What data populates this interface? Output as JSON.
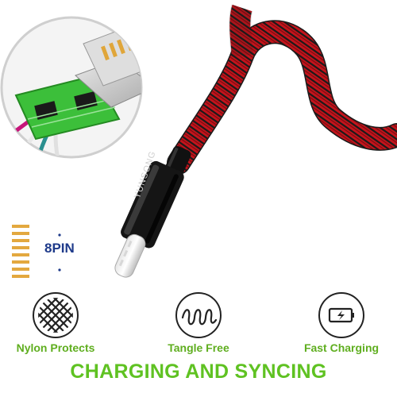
{
  "product": {
    "brand_on_plug": "YUNSONG",
    "pin_label": "8PIN",
    "headline": "CHARGING AND SYNCING",
    "colors": {
      "cable_red": "#c4141c",
      "cable_black": "#1a1a1a",
      "pcb_green": "#3cbf3a",
      "label_green": "#5fae1f",
      "headline_green": "#5fc222",
      "pin_label_blue": "#1e3a8a"
    }
  },
  "features": [
    {
      "label": "Nylon Protects",
      "icon": "braid-icon"
    },
    {
      "label": "Tangle Free",
      "icon": "coil-icon"
    },
    {
      "label": "Fast Charging",
      "icon": "battery-charging-icon"
    }
  ]
}
